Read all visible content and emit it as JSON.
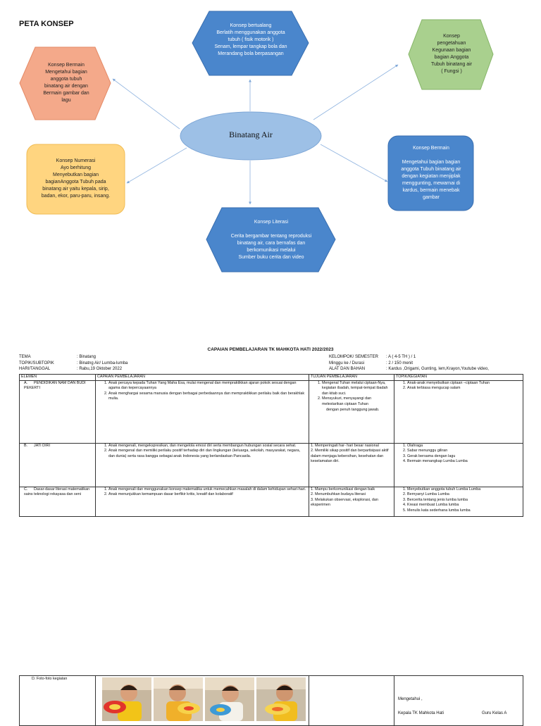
{
  "heading": "PETA KONSEP",
  "concept_map": {
    "center": "Binatang Air",
    "nodes": [
      {
        "id": "top",
        "text": "Konsep bertualang\nBerlatih menggunakan anggota\ntubuh ( fisik motorik )\nSenam, lempar tangkap bola dan\nMerandang bola berpasangan",
        "color": "#4a86cc"
      },
      {
        "id": "left-top",
        "text": "Konsep Bermain\nMengetahui bagian\nanggota tubuh\nbinatang air dengan\nBermain gambar dan\nlagu",
        "color": "#f4a98a"
      },
      {
        "id": "right-top",
        "text": "Konsep\npengetahuan\nKegunaan bagian\nbagian Anggota\nTubuh binatang air\n( Fungsi )",
        "color": "#a9d08e"
      },
      {
        "id": "left-bottom",
        "text": "Konsep Numerasi\nAyo berhitung\nMenyebutkan bagian\nbagianAnggota Tubuh pada\nbinatang air yaitu kepala, sirip,\nbadan, ekor, paru-paru, insang.",
        "color": "#ffd580"
      },
      {
        "id": "right-bottom",
        "text": "Konsep Bermain\n\nMengetahui bagian bagian\nanggota Tubuh binatang air\ndengan kegiatan menjiplak\nmenggunting, mewarnai di\nkardus, bermain menebak\ngambar",
        "color": "#4a86cc"
      },
      {
        "id": "bottom",
        "text": "Konsep Literasi\n\nCerita bergambar tentang reproduksi\nbinatang air, cara bernafas dan\nberkomunikasi melalui\nSumber buku cerita dan video",
        "color": "#4a86cc"
      }
    ]
  },
  "document": {
    "title": "CAPAIAN PEMBELAJARAN TK MAHKOTA HATI 2022/2023",
    "meta_left": [
      {
        "label": "TEMA",
        "value": ": Binatang"
      },
      {
        "label": "TOPIK/SUBTOPIK",
        "value": ": Binatng Air/ Lumba-lumba"
      },
      {
        "label": "HARI/TANGGAL",
        "value": ": Rabu,19 Oktober 2022"
      }
    ],
    "meta_right": [
      {
        "label": "KELOMPOK/ SEMESTER",
        "value": ": A ( 4-5 TH ) / 1"
      },
      {
        "label": "Minggu ke / Durasi",
        "value": ": 2 / 150 menit"
      },
      {
        "label": "ALAT DAN BAHAN",
        "value": ": Kardus ,Origami, Gunting, lem,Krayon,Youtube video,"
      }
    ],
    "headers": [
      "ELEMEN",
      "CAPAIAN PEMBELAJARAN",
      "TUJUAN PEMBELAJARAN",
      "TOPIK/KEGIATAN"
    ],
    "rows": [
      {
        "letter": "A.",
        "elemen": "PENDIDIKAN NAM DAN BUDI PEKERTI",
        "capaian": [
          "Anak percaya kepada Tuhan Yang Maha Esa, mulai mengenal dan mempraktikkan ajaran pokok sesuai dengan agama dan kepercayaannya",
          "Anak menghargai sesama manusia dengan berbagai perbedaannya dan mempraktikkan perilaku baik dan berakhlak mulia."
        ],
        "tujuan_type": "ol",
        "tujuan": [
          "Mengenal Tuhan melalui ciptaan-Nya, kegiatan ibadah, tempat-tempat ibadah dan kitab suci.",
          "Mensyukuri, menyayangi dan melestarikan ciptaan Tuhan"
        ],
        "tujuan_extra": "dengan penuh tanggung jawab.",
        "topik": [
          "Anak-anak menyebutkan ciptaan –ciptaan Tuhan",
          "Anak terbiasa mengucap salam"
        ]
      },
      {
        "letter": "B.",
        "elemen": "JATI DIRI",
        "capaian": [
          "Anak mengenali, mengekspresikan, dan mengelola emosi diri serta membangun hubungan sosial secara sehat.",
          "Anak mengenal dan memiliki perilaku positif terhadap diri dan lingkungan (keluarga, sekolah, masyarakat, negara, dan dunia) serta rasa bangga sebagai anak Indonesia yang berlandaskan Pancasila."
        ],
        "tujuan_type": "plain",
        "tujuan": [
          "1. Memperingati har- hari besar nasional",
          "2. Memiliki sikap positif dan berpartisipasi aktif dalam menjaga kebersihan, kesehatan dan keselamatan diri."
        ],
        "tujuan_extra": "",
        "topik": [
          "Olahraga",
          "Sabar menunggu giliran",
          "Gerak bersama dengan lagu",
          "Bermain menangkap Lumba Lumba"
        ]
      },
      {
        "letter": "C.",
        "elemen": "Dasar-dasar literasi matematikan sains teknologi rekayasa dan seni",
        "capaian": [
          "Anak mengenali dan menggunakan konsep matematika untuk memecahkan masalah di dalam kehidupan sehari-hari.",
          "Anak menunjukkan kemampuan dasar berfikir kritis, kreatif dan kolaboratif"
        ],
        "tujuan_type": "plain",
        "tujuan": [
          "1. Mampu berkomunikasi dengan baik",
          "2. Menumbuhkan budaya literasi",
          "3. Melakukan observasi, eksplorasi, dan eksperimen"
        ],
        "tujuan_extra": "",
        "topik": [
          "Menyebutkan anggota tubuh Lumba Lumba",
          "Bernyanyi Lumba Lumba",
          "Bercerita tentang jenis lumba lumba",
          "Kreasi membuat Lumba lumba",
          "Menulis kata sederhana lumba lumba"
        ]
      }
    ],
    "bottom_row": {
      "label": "D.  Foto-foto kegiatan",
      "mengetahui": "Mengetahui ,",
      "kepala": "Kepala TK Mahkota Hati",
      "guru": "Guru Kelas A"
    }
  }
}
